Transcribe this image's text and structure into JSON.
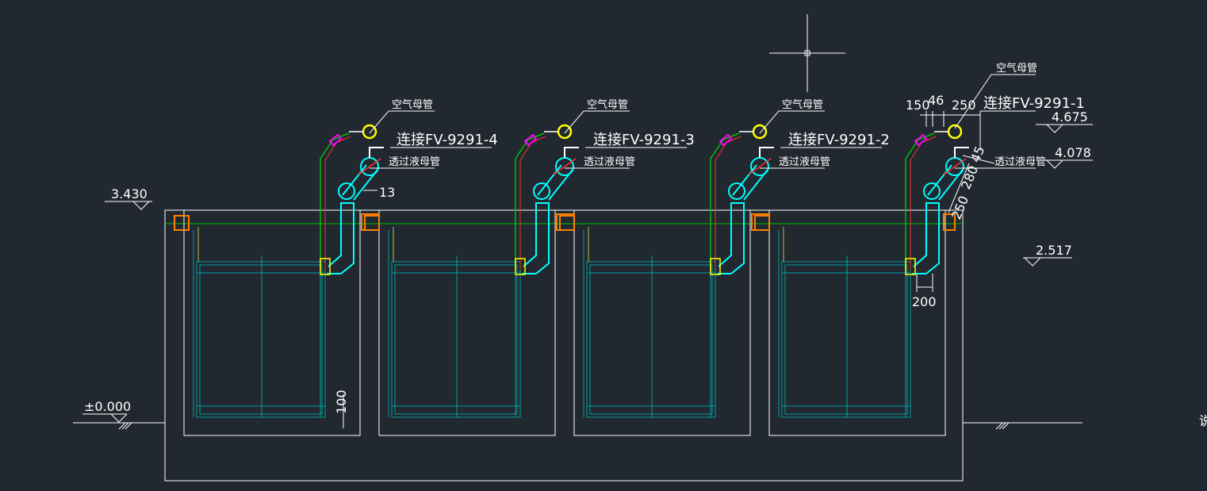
{
  "colors": {
    "background": "#212830",
    "outline": "#ffffff",
    "filter": "#00a0a0",
    "pipe_cyan": "#00ffff",
    "pipe_red": "#ff3030",
    "pipe_green": "#00c000",
    "air_yellow": "#ffff00",
    "magenta": "#ff00ff",
    "orange": "#ff8000"
  },
  "levels": {
    "top": "4.675",
    "mid": "4.078",
    "wall": "3.430",
    "water": "2.517",
    "ground": "±0.000"
  },
  "units": [
    {
      "connect_label": "连接FV-9291-4",
      "air_label": "空气母管",
      "filtrate_label": "透过液母管"
    },
    {
      "connect_label": "连接FV-9291-3",
      "air_label": "空气母管",
      "filtrate_label": "透过液母管"
    },
    {
      "connect_label": "连接FV-9291-2",
      "air_label": "空气母管",
      "filtrate_label": "透过液母管"
    },
    {
      "connect_label": "连接FV-9291-1",
      "air_label": "空气母管",
      "filtrate_label": "透过液母管"
    }
  ],
  "dimensions": {
    "d150": "150",
    "d46": "46",
    "d250": "250",
    "d45": "45",
    "d280": "280",
    "d250b": "250",
    "d200": "200",
    "d13": "13",
    "d100": "100"
  },
  "edge_text": "说"
}
